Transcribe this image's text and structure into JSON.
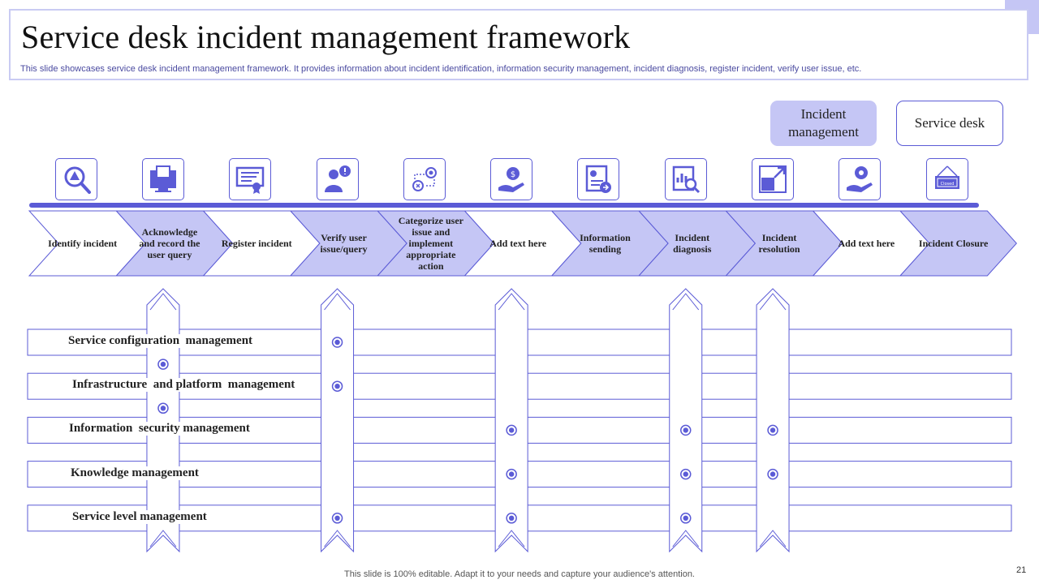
{
  "header": {
    "title": "Service desk incident management framework",
    "subtitle": "This slide showcases service desk incident management framework. It provides information about incident identification, information security management, incident diagnosis, register incident, verify user issue, etc."
  },
  "legend": {
    "incident": "Incident management",
    "service": "Service desk"
  },
  "steps": [
    {
      "label": "Identify incident",
      "type": "service",
      "icon": "search-alert-icon"
    },
    {
      "label": "Acknowledge and record the user query",
      "type": "incident",
      "icon": "monitor-record-icon"
    },
    {
      "label": "Register incident",
      "type": "service",
      "icon": "certificate-register-icon"
    },
    {
      "label": "Verify user issue/query",
      "type": "incident",
      "icon": "user-alert-icon"
    },
    {
      "label": "Categorize user issue and implement appropriate action",
      "type": "incident",
      "icon": "flow-cycle-icon"
    },
    {
      "label": "Add text here",
      "type": "service",
      "icon": "hand-gear-dollar-icon"
    },
    {
      "label": "Information sending",
      "type": "incident",
      "icon": "info-document-icon"
    },
    {
      "label": "Incident diagnosis",
      "type": "incident",
      "icon": "chart-magnifier-icon"
    },
    {
      "label": "Incident resolution",
      "type": "incident",
      "icon": "expand-arrow-icon"
    },
    {
      "label": "Add text here",
      "type": "service",
      "icon": "hand-gear-icon"
    },
    {
      "label": "Incident Closure",
      "type": "incident",
      "icon": "closed-sign-icon"
    }
  ],
  "rows": [
    {
      "label": "Service configuration  management",
      "marks": [
        3
      ]
    },
    {
      "label": "Infrastructure  and platform  management",
      "marks": [
        3
      ]
    },
    {
      "label": "Information  security management",
      "marks": [
        5,
        7,
        8
      ]
    },
    {
      "label": "Knowledge management",
      "marks": [
        5,
        7,
        8
      ]
    },
    {
      "label": "Service level management",
      "marks": [
        3,
        5,
        7
      ]
    }
  ],
  "extra_marks": [
    {
      "step": 1,
      "between_rows": [
        0,
        1
      ]
    },
    {
      "step": 1,
      "between_rows": [
        1,
        2
      ]
    }
  ],
  "vertical_arrow_steps": [
    1,
    3,
    5,
    7,
    8
  ],
  "colors": {
    "accent": "#5b5bd6",
    "incident_fill": "#c5c6f5",
    "service_fill": "#ffffff"
  },
  "footer": {
    "note": "This slide is 100% editable. Adapt it to your needs and capture your audience's attention.",
    "page": "21"
  }
}
